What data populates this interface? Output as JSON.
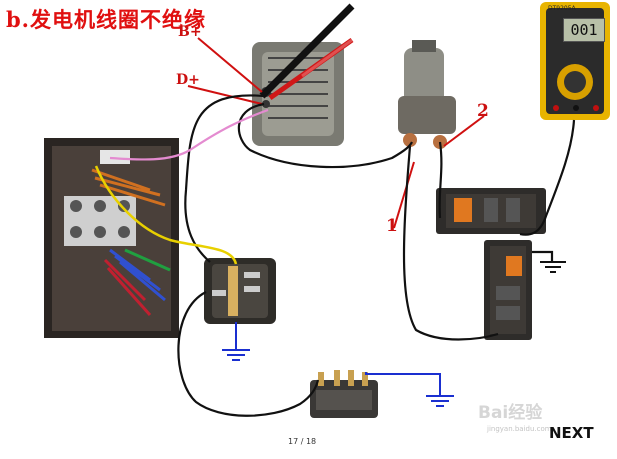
{
  "title": "b.发电机线圈不绝缘",
  "labels": {
    "b_plus": "B+",
    "d_plus": "D+",
    "num_1": "1",
    "num_2": "2"
  },
  "meter": {
    "reading": "001",
    "brand": "DT9205A"
  },
  "pager": "17 / 18",
  "next": "NEXT",
  "watermark": {
    "brand": "Bai经验",
    "url": "jingyan.baidu.com"
  },
  "colors": {
    "label_red": "#cc1010",
    "title_red": "#e01010",
    "ground_blue": "#1a2fd0",
    "wire_black": "#111111",
    "wire_pink": "#e48bd0",
    "wire_yellow": "#e8d000"
  }
}
